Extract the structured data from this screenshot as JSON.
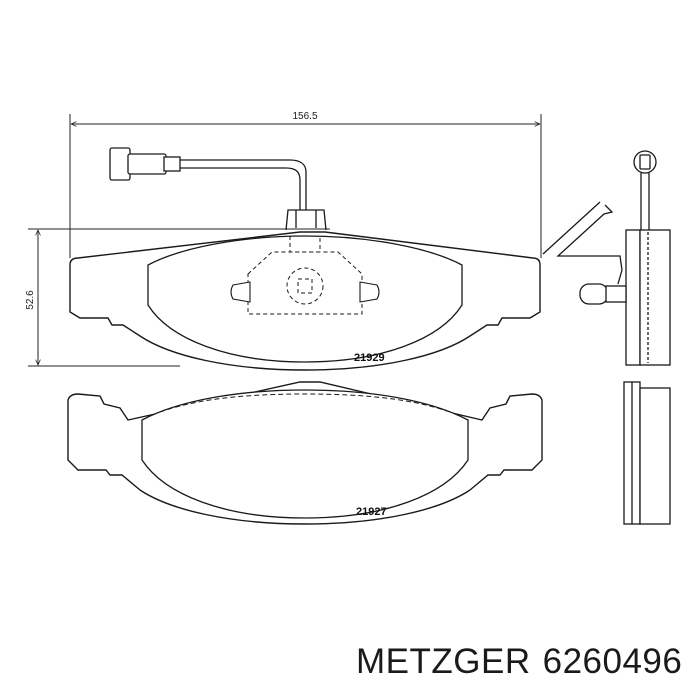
{
  "diagram": {
    "dimension_width": "156.5",
    "dimension_height": "52.6",
    "upper_pad_code": "21929",
    "lower_pad_code": "21927"
  },
  "brand": {
    "name": "METZGER",
    "part_number": "6260496"
  },
  "colors": {
    "line": "#1a1a1a",
    "background": "#ffffff"
  }
}
